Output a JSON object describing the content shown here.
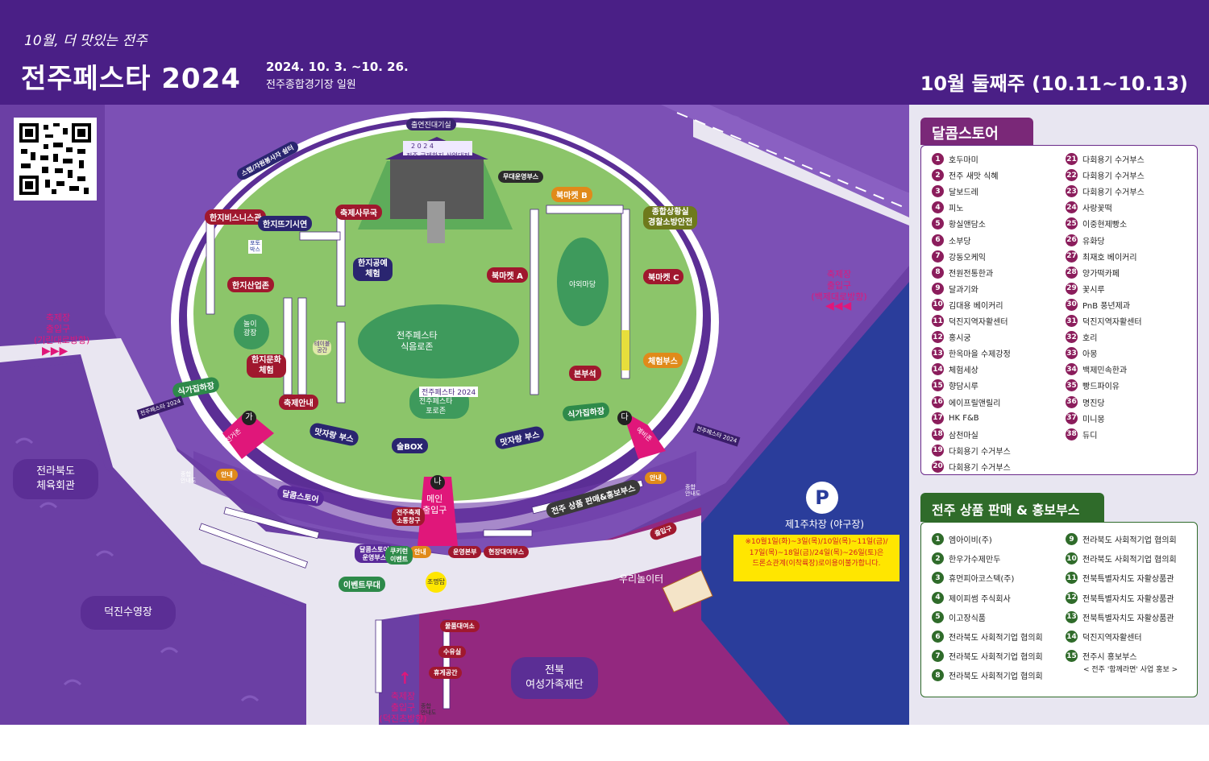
{
  "header": {
    "slogan": "10월, 더 맛있는 전주",
    "title": "전주페스타",
    "year": "2024",
    "dates": "2024. 10. 3. ~10. 26.",
    "venue": "전주종합경기장 일원",
    "week": "10월 둘째주 (10.11~10.13)"
  },
  "colors": {
    "header_bg": "#4a1f86",
    "field_green": "#8cc56a",
    "track_purple": "#5b2e95",
    "parking_blue": "#2a3d9b",
    "accent_magenta": "#e0177a"
  },
  "map": {
    "stage": [
      "2",
      "0",
      "2",
      "4",
      "전",
      "주",
      "국제한지",
      "산업대전"
    ],
    "stage_waiting": "출연진대기실",
    "mini_logo": "전주페스타 2024",
    "areas": {
      "center": "전주페스타\n식음로존",
      "forum": "전주페스타\n포로존",
      "outdoor": "야외마당",
      "play": "놀이\n광장",
      "meal": "테이블\n공간"
    },
    "tags": {
      "staff_rest": "스탭/자원봉사자 쉼터",
      "stage_booth": "무대운영부스",
      "book_b": "북마켓 B",
      "book_a": "북마켓 A",
      "book_c": "북마켓 C",
      "hanji_business": "한지비스니스관",
      "hanji_show": "한지뜨기시연",
      "photo": "포토\n박스",
      "festival_office": "축제사무국",
      "hanji_craft": "한지공예\n체험",
      "hanji_industry": "한지산업존",
      "hanji_culture": "한지문화\n체험",
      "info": "축제안내",
      "control": "종합상황실\n경찰소방안전",
      "experience": "체험부스",
      "hq": "본부석",
      "taste": "맛자랑 부스",
      "taste2": "맛자랑 부스",
      "food_left": "식가집하장",
      "food_right": "식가집하장",
      "sul_box": "술BOX",
      "dalkom": "달콤스토어",
      "jeonju_sale": "전주 상품 판매&홍보부스",
      "main_gate": "메인\n출입구",
      "gate_ga": "가",
      "gate_na": "나",
      "gate_da": "다",
      "gate_ga_label": "자전거존",
      "gate_da_label": "예비존",
      "event_stage": "이벤트무대",
      "lighting": "조명탑",
      "info_a": "안내",
      "info_b": "안내",
      "info_c": "안내",
      "festival_trans": "전주축제\n소통창구",
      "dalkom_ops": "달콤스토어\n운영부스",
      "coupon": "쿠키런\n이벤트",
      "ops_hq": "운영본부",
      "onsite_sale": "현장대여부스",
      "rental": "물품대여소",
      "water": "수유실",
      "rest": "휴게공간",
      "entrance": "출입구",
      "total_info": "종합\n안내도",
      "total_info2": "종합\n안내도",
      "total_info3": "종합\n안내도",
      "mini_sign": "전주페스타 2024",
      "mini_sign2": "전주페스타 2024"
    },
    "buildings": {
      "gym": "전라북도\n체육회관",
      "pool": "덕진수영장",
      "women": "전북\n여성가족재단"
    },
    "entrances": {
      "left": "축제장\n출입구\n(기린대로방향)",
      "right": "축제장\n출입구\n(백제대로방향)",
      "bottom": "축제장\n출입구\n(덕진초방향)"
    },
    "playground": "우리놀이터",
    "parking_letter": "P",
    "parking_label": "제1주차장 (야구장)",
    "parking_notice": "※10월1일(화)~3일(목)/10일(목)~11일(금)/\n17일(목)~18일(금)/24일(목)~26일(토)은\n드론쇼관계(이착륙장)로이용이불가합니다."
  },
  "panel": {
    "dalkom_title": "달콤스토어",
    "dalkom_left": [
      {
        "n": "1",
        "name": "호두마미"
      },
      {
        "n": "2",
        "name": "전주 새맛 식혜"
      },
      {
        "n": "3",
        "name": "달보드레"
      },
      {
        "n": "4",
        "name": "피노"
      },
      {
        "n": "5",
        "name": "황실앤담소"
      },
      {
        "n": "6",
        "name": "소부당"
      },
      {
        "n": "7",
        "name": "강동오케익"
      },
      {
        "n": "8",
        "name": "전원전통한과"
      },
      {
        "n": "9",
        "name": "달과기와"
      },
      {
        "n": "10",
        "name": "김대용 베이커리"
      },
      {
        "n": "11",
        "name": "덕진지역자활센터"
      },
      {
        "n": "12",
        "name": "홍시궁"
      },
      {
        "n": "13",
        "name": "한옥마을 수제강정"
      },
      {
        "n": "14",
        "name": "체험세상"
      },
      {
        "n": "15",
        "name": "향담시루"
      },
      {
        "n": "16",
        "name": "에이프릴앤릴리"
      },
      {
        "n": "17",
        "name": "HK F&B"
      },
      {
        "n": "18",
        "name": "삼천마실"
      },
      {
        "n": "19",
        "name": "다회용기 수거부스"
      },
      {
        "n": "20",
        "name": "다회용기 수거부스"
      }
    ],
    "dalkom_right": [
      {
        "n": "21",
        "name": "다회용기 수거부스"
      },
      {
        "n": "22",
        "name": "다회용기 수거부스"
      },
      {
        "n": "23",
        "name": "다회용기 수거부스"
      },
      {
        "n": "24",
        "name": "사랑꽃떡"
      },
      {
        "n": "25",
        "name": "이중현제빵소"
      },
      {
        "n": "26",
        "name": "유화당"
      },
      {
        "n": "27",
        "name": "최재호 베이커리"
      },
      {
        "n": "28",
        "name": "양가떡카페"
      },
      {
        "n": "29",
        "name": "꽃시루"
      },
      {
        "n": "30",
        "name": "PnB 풍년제과"
      },
      {
        "n": "31",
        "name": "덕진지역자활센터"
      },
      {
        "n": "32",
        "name": "호리"
      },
      {
        "n": "33",
        "name": "아몽"
      },
      {
        "n": "34",
        "name": "백제민속한과"
      },
      {
        "n": "35",
        "name": "빵드파이유"
      },
      {
        "n": "36",
        "name": "명진당"
      },
      {
        "n": "37",
        "name": "미니몽"
      },
      {
        "n": "38",
        "name": "듀디"
      }
    ],
    "sale_title": "전주 상품 판매 & 홍보부스",
    "sale_left": [
      {
        "n": "1",
        "name": "엠아이비(주)"
      },
      {
        "n": "2",
        "name": "한우가수제만두"
      },
      {
        "n": "3",
        "name": "휴먼피아코스텍(주)"
      },
      {
        "n": "4",
        "name": "제이피썸 주식회사"
      },
      {
        "n": "5",
        "name": "이고장식품"
      },
      {
        "n": "6",
        "name": "전라북도 사회적기업 협의회"
      },
      {
        "n": "7",
        "name": "전라북도 사회적기업 협의회"
      },
      {
        "n": "8",
        "name": "전라북도 사회적기업 협의회"
      }
    ],
    "sale_right": [
      {
        "n": "9",
        "name": "전라북도 사회적기업 협의회"
      },
      {
        "n": "10",
        "name": "전라북도 사회적기업 협의회"
      },
      {
        "n": "11",
        "name": "전북특별자치도 자활상품관"
      },
      {
        "n": "12",
        "name": "전북특별자치도 자활상품관"
      },
      {
        "n": "13",
        "name": "전북특별자치도 자활상품관"
      },
      {
        "n": "14",
        "name": "덕진지역자활센터"
      },
      {
        "n": "15",
        "name": "전주시 홍보부스"
      }
    ],
    "sale_note": "< 전주 '함께라면' 사업 홍보 >"
  }
}
